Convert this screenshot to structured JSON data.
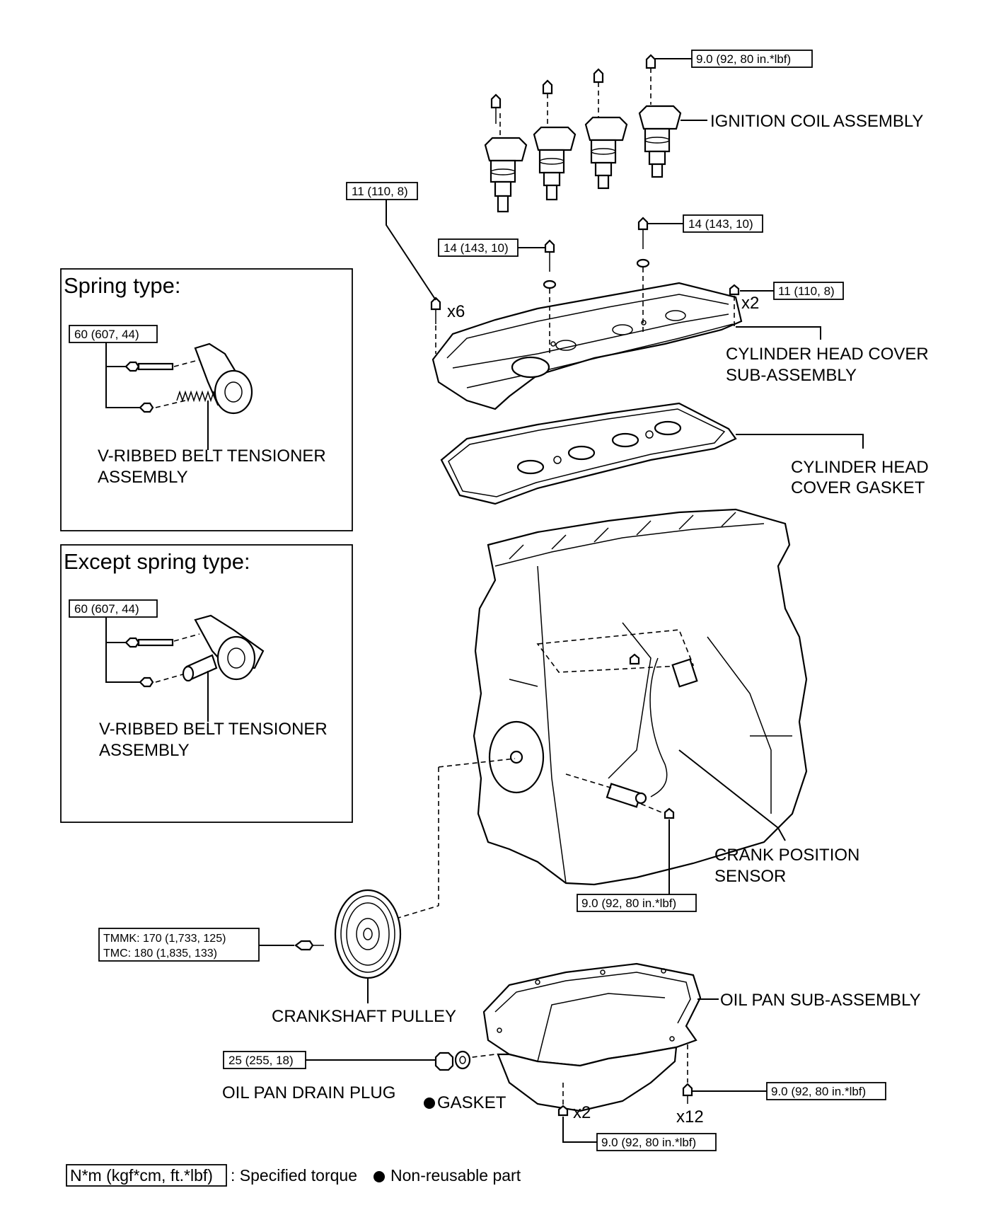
{
  "panels": {
    "spring": {
      "title": "Spring type:",
      "torque": "60 (607, 44)",
      "part_line1": "V-RIBBED BELT TENSIONER",
      "part_line2": "ASSEMBLY"
    },
    "except_spring": {
      "title": "Except spring type:",
      "torque": "60 (607, 44)",
      "part_line1": "V-RIBBED BELT TENSIONER",
      "part_line2": "ASSEMBLY"
    }
  },
  "parts": {
    "ignition_coil": "IGNITION COIL ASSEMBLY",
    "cyl_head_cover_1": "CYLINDER HEAD COVER",
    "cyl_head_cover_2": "SUB-ASSEMBLY",
    "gasket_1": "CYLINDER HEAD",
    "gasket_2": "COVER GASKET",
    "crank_sensor_1": "CRANK POSITION",
    "crank_sensor_2": "SENSOR",
    "crankshaft_pulley": "CRANKSHAFT PULLEY",
    "oil_pan": "OIL PAN SUB-ASSEMBLY",
    "drain_plug": "OIL PAN DRAIN PLUG",
    "gasket": "GASKET"
  },
  "torques": {
    "coil": "9.0 (92, 80 in.*lbf)",
    "cover_left": "11 (110, 8)",
    "cover_right": "11 (110, 8)",
    "stud_left": "14 (143, 10)",
    "stud_right": "14 (143, 10)",
    "sensor": "9.0 (92, 80 in.*lbf)",
    "pulley_line1": "TMMK: 170 (1,733, 125)",
    "pulley_line2": "TMC: 180 (1,835, 133)",
    "drain_plug": "25 (255, 18)",
    "oil_pan_right": "9.0 (92, 80 in.*lbf)",
    "oil_pan_bottom": "9.0 (92, 80 in.*lbf)"
  },
  "quantities": {
    "cover_bolts": "x6",
    "cover_nuts": "x2",
    "pan_nuts": "x2",
    "pan_bolts": "x12"
  },
  "legend": {
    "unit": "N*m (kgf*cm, ft.*lbf)",
    "specified": ": Specified torque",
    "nonreusable": "Non-reusable part"
  }
}
